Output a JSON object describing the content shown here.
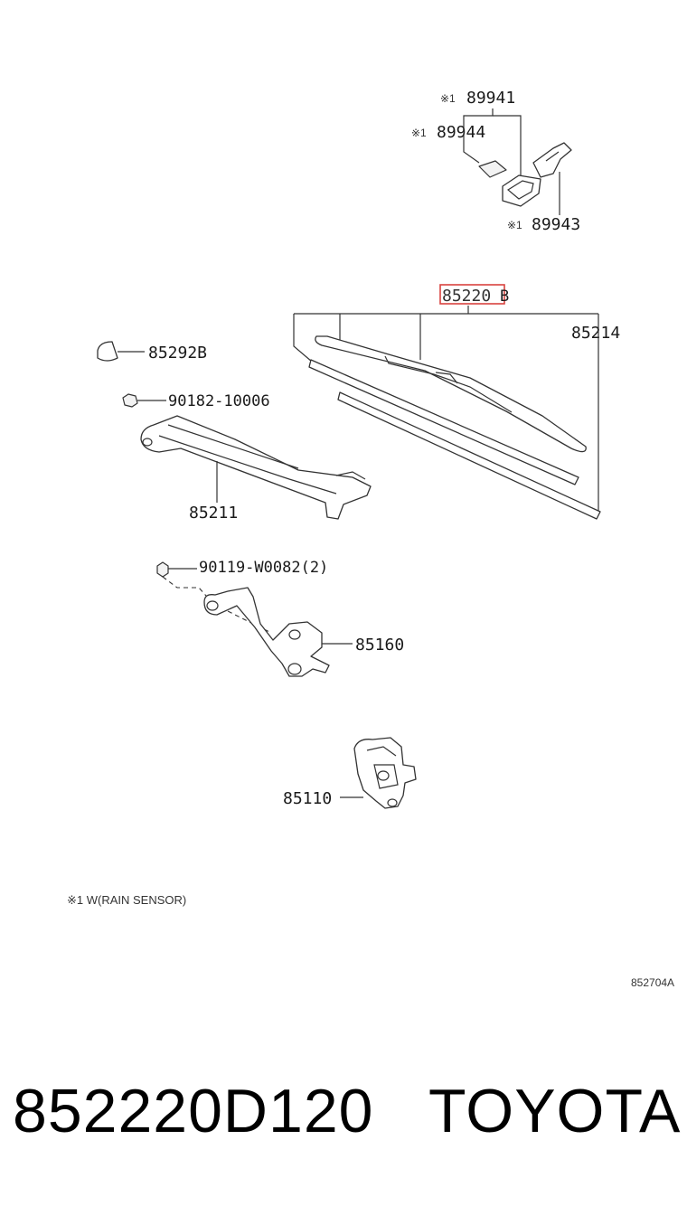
{
  "labels": {
    "p89941": "89941",
    "p89944": "89944",
    "p89943": "89943",
    "mark": "※1",
    "p85220": "85220",
    "p85220_suffix": "B",
    "p85214": "85214",
    "p85292": "85292B",
    "p90182": "90182-10006",
    "p85211": "85211",
    "p90119": "90119-W0082(2)",
    "p85160": "85160",
    "p85110": "85110"
  },
  "note": "※1 W(RAIN SENSOR)",
  "diagram_code": "852704A",
  "footer": {
    "part_number": "852220D120",
    "brand": "TOYOTA"
  },
  "colors": {
    "highlight": "#d9433f",
    "line": "#333333"
  }
}
